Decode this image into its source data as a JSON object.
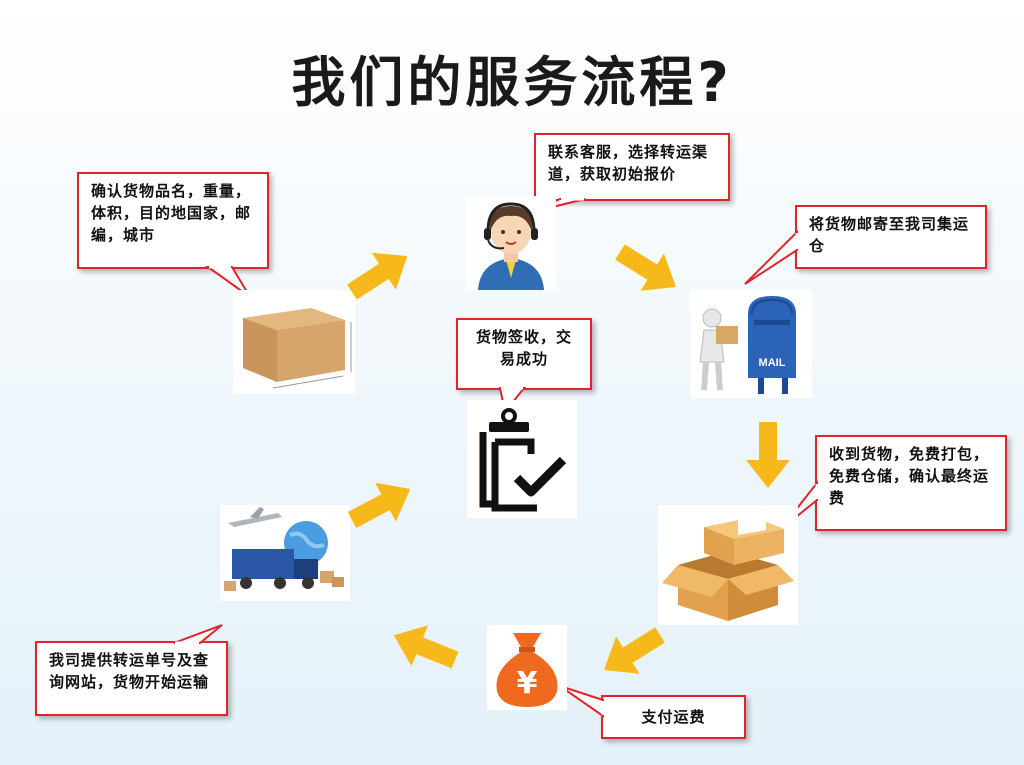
{
  "title": "我们的服务流程?",
  "steps": {
    "confirm": "确认货物品名，重量，体积，目的地国家，邮编，城市",
    "contact": "联系客服，选择转运渠道，获取初始报价",
    "mail": "将货物邮寄至我司集运仓",
    "receive": "收到货物，免费打包，免费仓储，确认最终运费",
    "pay": "支付运费",
    "tracking": "我司提供转运单号及查询网站，货物开始运输",
    "sign": "货物签收，交易成功"
  },
  "mailbox_label": "MAIL",
  "currency_symbol": "¥",
  "colors": {
    "callout_border": "#e0242b",
    "arrow": "#f7b81a",
    "mailbox": "#2a63b8",
    "money_bag": "#ef6a1f"
  },
  "icons": [
    "cardboard-box-icon",
    "customer-service-icon",
    "mailbox-icon",
    "open-box-icon",
    "money-bag-icon",
    "logistics-icon",
    "clipboard-check-icon"
  ]
}
